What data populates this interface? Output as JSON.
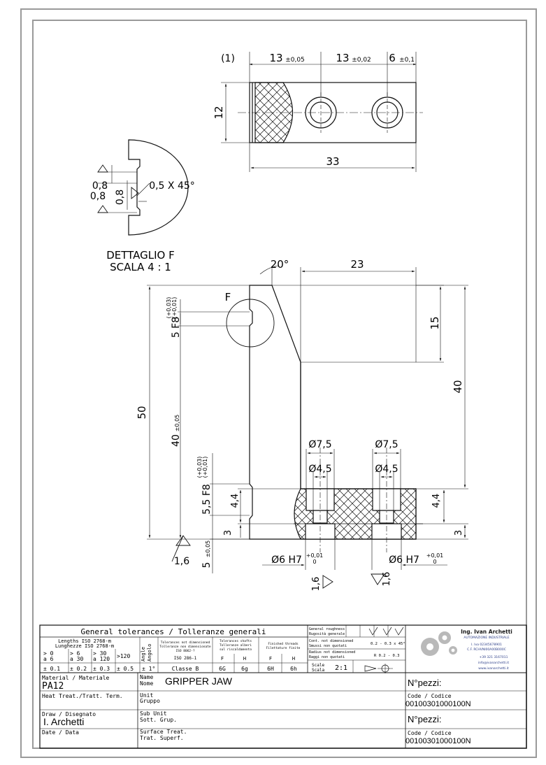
{
  "view_top": {
    "dim_ref": "(1)",
    "dim_a": "13",
    "tol_a": "±0,05",
    "dim_b": "13",
    "tol_b": "±0,02",
    "dim_c": "6",
    "tol_c": "±0,1",
    "height": "12",
    "length": "33"
  },
  "detail_f": {
    "label": "DETTAGLIO F",
    "scale": "SCALA 4 : 1",
    "chamfer": "0,5 X 45°",
    "r1": "0,8",
    "r2": "0,8",
    "r3": "0,8"
  },
  "view_front": {
    "angle": "20°",
    "top_width": "23",
    "callout": "F",
    "slot_upper": "5 F8",
    "slot_upper_tol_top": "(+0,03)",
    "slot_upper_tol_bot": "(+0,01)",
    "height_total": "50",
    "inner_height": "40",
    "inner_tol": "±0,05",
    "slot_lower": "5,5 F8",
    "slot_lower_tol_top": "(+0,03)",
    "slot_lower_tol_bot": "(+0,01)",
    "depth_left": "4,4",
    "dim_3_left": "3",
    "base": "5",
    "base_tol": "±0,05",
    "roughness_left": "1,6",
    "hole_c1": "Ø7,5",
    "hole_d1": "Ø4,5",
    "hole_c2": "Ø7,5",
    "hole_d2": "Ø4,5",
    "right_15": "15",
    "right_40": "40",
    "right_44": "4,4",
    "right_3": "3",
    "h7_left": "Ø6 H7",
    "h7_right": "Ø6 H7",
    "h7_tol_top": "+0,01",
    "h7_tol_bot": "0",
    "rough_a": "1,6",
    "rough_b": "1,6"
  },
  "title_block": {
    "gen_tol": "General tolerances / Tolleranze generali",
    "lengths": "Lengths ISO 2768-m",
    "lunghezze": "Lunghezze ISO 2768-m",
    "angle_label": "Angle",
    "angolo_label": "Angolo",
    "r1a": "> 0",
    "r1b": "a 6",
    "r2a": "> 6",
    "r2b": "a 30",
    "r3a": "> 30",
    "r3b": "a 120",
    "r4": ">120",
    "t1": "± 0.1",
    "t2": "± 0.2",
    "t3": "± 0.3",
    "t4": "± 0.5",
    "t5": "± 1°",
    "iso_h1": "Tolerances not dimensioned",
    "iso_h2": "Tolleranze non dimensionate",
    "iso_h3": "ISO 8062-?",
    "iso_v": "ISO 286-1",
    "fit_h1": "Tolerances shafts",
    "fit_h2": "Tolleranze alberi",
    "fit_h3": "sul riscaldamento",
    "fit_F": "F",
    "fit_H": "H",
    "thread_h1": "Finished threads",
    "thread_h2": "Filettature finite",
    "thr_F": "F",
    "thr_H": "H",
    "classe": "Classe B",
    "v6G": "6G",
    "v6g": "6g",
    "v6H": "6H",
    "v6h": "6h",
    "rough_h1": "General roughness",
    "rough_h2": "Rugosità generale",
    "edges_h1": "Cont. not dimensioned",
    "edges_h2": "Smussi non quotati",
    "edges_v": "0.2 - 0.3 x 45°",
    "radii_h1": "Radius not dimensioned",
    "radii_h2": "Raggi non quotati",
    "radii_v": "R 0.2 - 0.3",
    "scale_l1": "Scale",
    "scale_l2": "Scala",
    "scale_v": "2:1",
    "company_name": "Ing. Ivan Archetti",
    "company_l1": "AUTOMAZIONE INDUSTRIALE",
    "company_l2": "I. Iva 02345678901",
    "company_l3": "C.F. RCHVNI00A00B000C",
    "company_l4": "+39 321 3167011",
    "company_l5": "info@ivanarchetti.it",
    "company_l6": "www.ivanarchetti.it",
    "material_l": "Material / Materiale",
    "material_v": "PA12",
    "name_l1": "Name",
    "name_l2": "Nome",
    "name_v": "GRIPPER JAW",
    "npezzi_1": "N°pezzi:",
    "heat_l": "Heat Treat./Tratt. Term.",
    "unit_l1": "Unit",
    "unit_l2": "Gruppo",
    "code_l1": "Code / Codice",
    "code_v1": "00100301000100N",
    "draw_l": "Draw / Disegnato",
    "draw_v": "I. Archetti",
    "sub_l1": "Sub Unit",
    "sub_l2": "Sott. Grup.",
    "npezzi_2": "N°pezzi:",
    "date_l": "Date / Data",
    "surf_l1": "Surface Treat.",
    "surf_l2": "Trat. Superf.",
    "code_l2": "Code / Codice",
    "code_v2": "00100301000100N"
  },
  "colors": {
    "line": "#111111",
    "frame": "#9a9a9a",
    "gear": "#b9b9b9",
    "logo_text": "#2c3e88"
  }
}
